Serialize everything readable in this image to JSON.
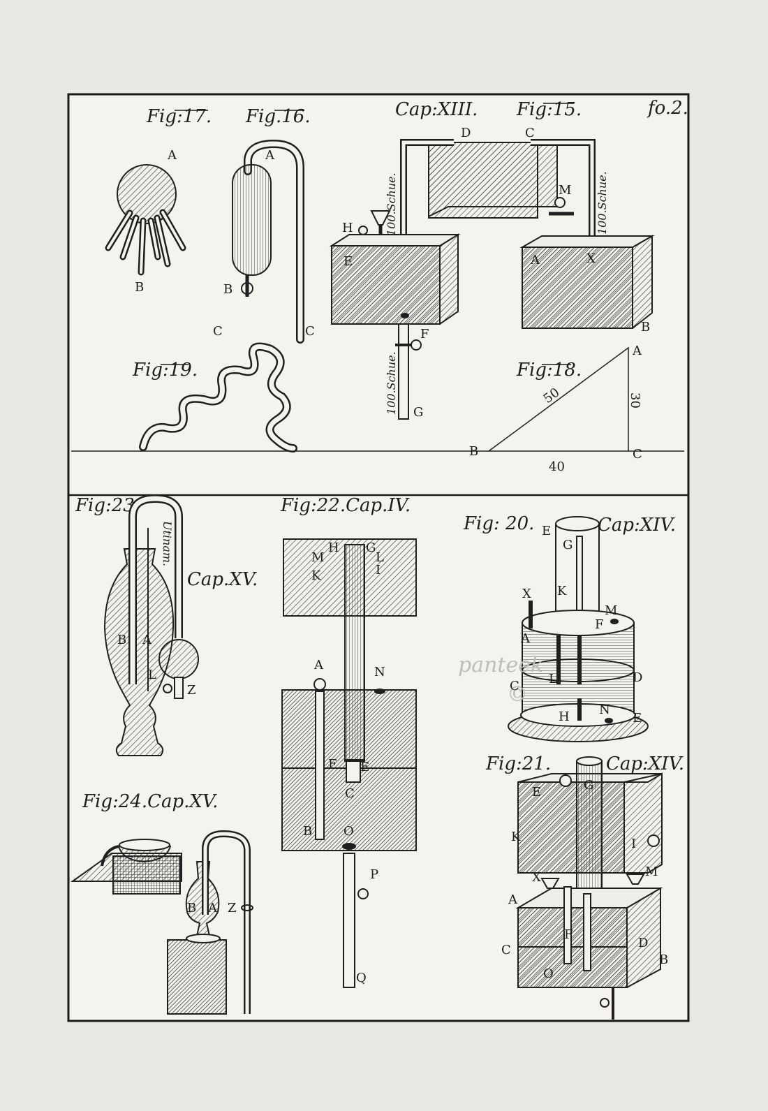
{
  "page_number": "fo.2.",
  "watermark": "panteek",
  "watermark_mark": "©",
  "colors": {
    "paper": "#e9e8e3",
    "ink": "#1f1f1f",
    "hatch": "#3a3a3a"
  },
  "figures": {
    "fig17": {
      "title": "Fig:17.",
      "labels": {
        "a": "A",
        "b": "B",
        "c": "C"
      }
    },
    "fig16": {
      "title": "Fig.16.",
      "labels": {
        "a": "A",
        "b": "B",
        "c": "C"
      }
    },
    "fig15": {
      "chapter": "Cap:XIII.",
      "title": "Fig:15.",
      "length_left": "100.Schue.",
      "length_right": "100.Schue.",
      "length_bottom": "100.Schue.",
      "labels": {
        "d": "D",
        "c": "C",
        "m": "M",
        "h": "H",
        "e": "E",
        "a": "A",
        "x": "X",
        "b": "B",
        "f": "F",
        "g": "G"
      }
    },
    "fig19": {
      "title": "Fig:19."
    },
    "fig18": {
      "title": "Fig:18.",
      "labels": {
        "a": "A",
        "b": "B",
        "c": "C"
      },
      "hypotenuse": "50",
      "height": "30",
      "base": "40"
    },
    "fig23": {
      "title": "Fig:23",
      "chapter": "Cap.XV.",
      "tube_word": "Utinam.",
      "labels": {
        "b": "B",
        "a": "A",
        "l": "L",
        "z": "Z"
      }
    },
    "fig22": {
      "title": "Fig:22.Cap.IV.",
      "labels": {
        "h": "H",
        "g": "G",
        "m": "M",
        "l": "L",
        "k": "K",
        "i": "I",
        "a": "A",
        "n": "N",
        "f": "F",
        "e": "E",
        "c": "C",
        "b": "B",
        "o": "O",
        "p": "P",
        "q": "Q"
      }
    },
    "fig20": {
      "title": "Fig: 20.",
      "chapter": "Cap:XIV.",
      "labels": {
        "e_top": "E",
        "g": "G",
        "x": "X",
        "k": "K",
        "m": "M",
        "f": "F",
        "a": "A",
        "c": "C",
        "l": "L",
        "d": "D",
        "h": "H",
        "n": "N",
        "e": "E"
      }
    },
    "fig21": {
      "title": "Fig:21.",
      "chapter": "Cap:XIV.",
      "labels": {
        "e": "E",
        "g": "G",
        "k": "K",
        "i": "I",
        "x": "X",
        "m": "M",
        "a": "A",
        "f": "F",
        "c": "C",
        "d": "D",
        "b": "B",
        "o": "O"
      }
    },
    "fig24": {
      "title": "Fig:24.Cap.XV.",
      "labels": {
        "b": "B",
        "a": "A",
        "z": "Z"
      }
    }
  }
}
